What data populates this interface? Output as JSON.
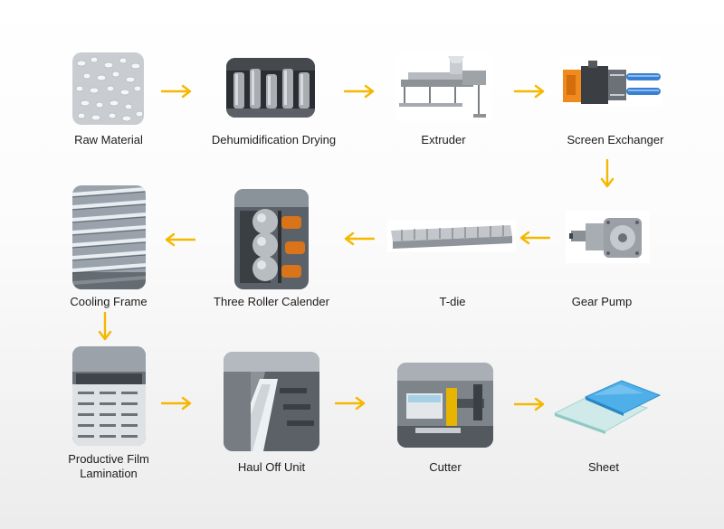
{
  "steps": {
    "raw_material": "Raw Material",
    "dehumidification_drying": "Dehumidification Drying",
    "extruder": "Extruder",
    "screen_exchanger": "Screen Exchanger",
    "gear_pump": "Gear Pump",
    "t_die": "T-die",
    "three_roller_calender": "Three Roller Calender",
    "cooling_frame": "Cooling Frame",
    "productive_film_lamination": "Productive Film\nLamination",
    "haul_off_unit": "Haul Off Unit",
    "cutter": "Cutter",
    "sheet": "Sheet"
  },
  "colors": {
    "arrow": "#f5b800",
    "text": "#1c1c1c"
  }
}
